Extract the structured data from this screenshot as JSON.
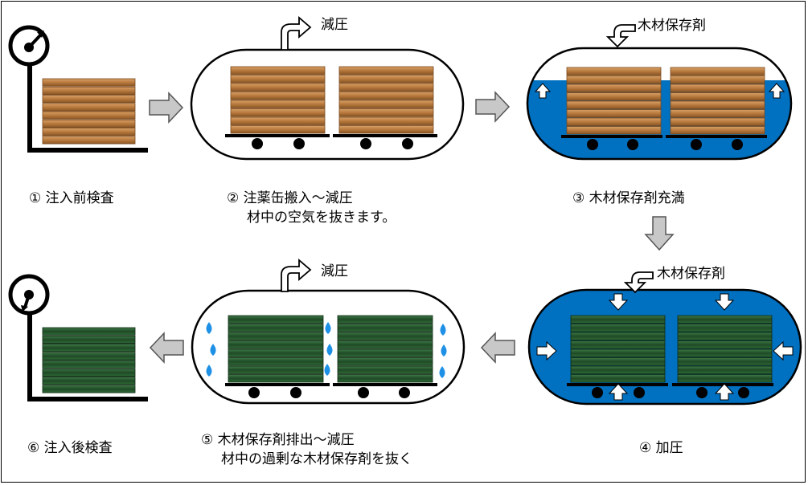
{
  "steps": [
    {
      "id": 1,
      "title": "① 注入前検査"
    },
    {
      "id": 2,
      "title": "② 注薬缶搬入～減圧",
      "subtitle": "材中の空気を抜きます。"
    },
    {
      "id": 3,
      "title": "③ 木材保存剤充満"
    },
    {
      "id": 4,
      "title": "④ 加圧"
    },
    {
      "id": 5,
      "title": "⑤ 木材保存剤排出～減圧",
      "subtitle": "材中の過剰な木材保存剤を抜く"
    },
    {
      "id": 6,
      "title": "⑥ 注入後検査"
    }
  ],
  "annotations": {
    "decompress_2": "減圧",
    "preservative_3": "木材保存剤",
    "preservative_4": "木材保存剤",
    "decompress_5": "減圧"
  },
  "colors": {
    "liquid": "#0070c0",
    "wood": "#b87a3e",
    "treated_wood": "#1f4a26",
    "arrow_fill": "#c8c8c8",
    "droplet": "#1e90e6"
  }
}
